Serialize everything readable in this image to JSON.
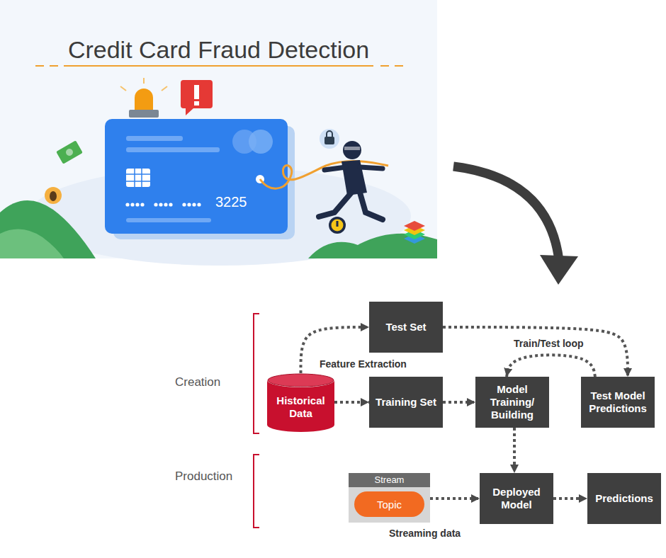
{
  "diagram": {
    "title": "Credit Card Fraud Detection",
    "nodes": [
      {
        "text": [
          "Test Set"
        ]
      },
      {
        "text": [
          "Historical Data"
        ]
      },
      {
        "text": [
          "Training Set"
        ]
      },
      {
        "text": [
          "Model Training/ Building"
        ]
      },
      {
        "text": [
          "Test Model Predictions"
        ]
      },
      {
        "text": [
          "Stream"
        ]
      },
      {
        "text": [
          "Topic"
        ],
        "in": 5
      },
      {
        "text": [
          "Deployed Model"
        ]
      },
      {
        "text": [
          "Predictions"
        ]
      }
    ],
    "edges": [
      {
        "from": 1,
        "to": 0,
        "arrow": "to"
      },
      {
        "from": 1,
        "to": 2,
        "arrow": "to"
      },
      {
        "from": 2,
        "to": 3,
        "arrow": "to"
      },
      {
        "from": 0,
        "to": 4,
        "arrow": "to"
      },
      {
        "from": 4,
        "to": 3,
        "arrow": "to"
      },
      {
        "from": 3,
        "to": 7,
        "arrow": "to"
      },
      {
        "from": 5,
        "to": 7,
        "arrow": "to"
      },
      {
        "from": 7,
        "to": 8,
        "arrow": "to"
      }
    ],
    "labels": [
      "3225",
      "Train/Test loop",
      "Feature Extraction",
      "Creation",
      "Production",
      "Streaming data"
    ]
  }
}
